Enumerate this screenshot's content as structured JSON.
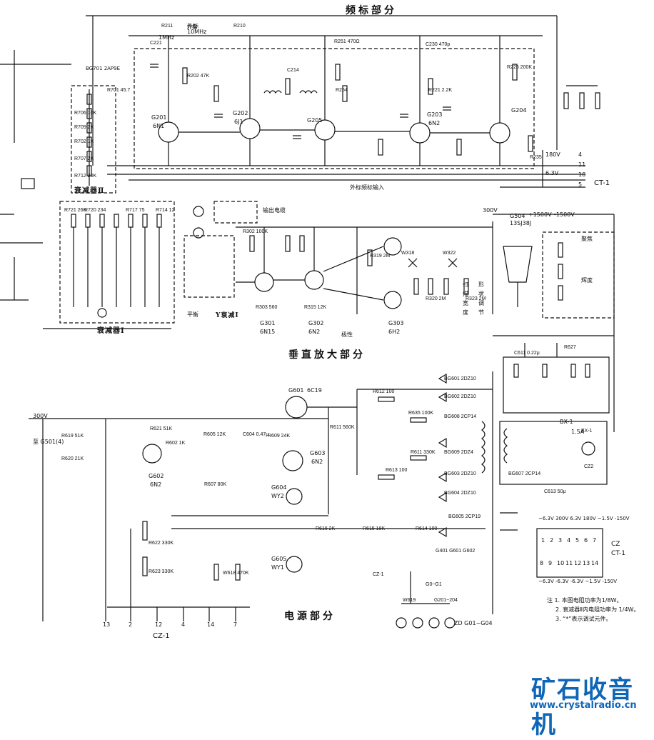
{
  "sections": {
    "freq_marker": "频标部分",
    "vertical_amp": "垂直放大部分",
    "power": "电源部分",
    "attenuator_2": "衰减器Ⅱ",
    "attenuator_1": "衰减器Ⅰ",
    "y_attenuator": "Y衰减Ⅰ"
  },
  "labels": {
    "ext_marker": "外标",
    "ext_marker_input": "外标频标输入",
    "output_cable": "输出电缆",
    "balance": "平衡",
    "polarity": "极性",
    "scan_width": "扫描宽度",
    "shape_adjust": "形状调节",
    "focus": "聚焦",
    "brightness": "辉度",
    "freq_1mhz": "1MHz",
    "freq_10mhz": "10MHz",
    "v300": "300V",
    "v300b": "300V",
    "v1500": "+1500V",
    "v1500b": "-1500V",
    "v180": "180V",
    "v63": "6.3V",
    "fuse": "1.5A",
    "ct1": "CT-1",
    "cz1": "CZ-1",
    "cz_ct": "CZ\nCT-1",
    "zd": "ZD  G01~G04",
    "g504": "G504",
    "crt": "13SJ38J",
    "g201": "G201",
    "g202": "G202",
    "g203": "G203",
    "g204": "G204",
    "g205": "G205",
    "g301": "G301",
    "g302": "G302",
    "g303": "G303",
    "g601": "G601",
    "g602": "G602",
    "g603": "G603",
    "g604": "G604",
    "g605": "G605",
    "tube_6n1": "6N1",
    "tube_6j1": "6J1",
    "tube_6n2": "6N2",
    "tube_6n15": "6N15",
    "tube_6h2": "6H2",
    "tube_6c19": "6C19",
    "tube_wy2": "WY2",
    "tube_wy1": "WY1",
    "bg701": "BG701  2AP9E",
    "bx1": "BX-1",
    "j1_g6": "至 G501(4)"
  },
  "notes": [
    "注  1. 本图电阻功率为1/8W。",
    "2. 衰减器Ⅱ内电阻功率为 1/4W。",
    "3. “*”表示调试元件。"
  ],
  "connector": {
    "top_pins": [
      "1",
      "2",
      "3",
      "4",
      "5",
      "6",
      "7"
    ],
    "bottom_pins": [
      "8",
      "9",
      "10",
      "11",
      "12",
      "13",
      "14"
    ],
    "top_volts": "~6.3V  300V  6.3V  180V  ~1.5V  -150V",
    "bottom_volts": "~6.3V  -6.3V  -6.3V  ~1.5V  -150V"
  },
  "cz1_pins": [
    "13",
    "2",
    "12",
    "4",
    "14",
    "7"
  ],
  "ct1_pins": [
    "4",
    "11",
    "10",
    "5"
  ],
  "brand": {
    "name": "矿石收音机",
    "url": "www.crystalradio.cn"
  }
}
